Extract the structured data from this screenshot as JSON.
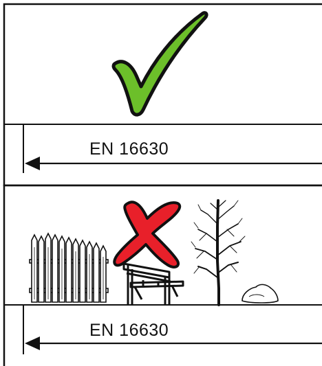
{
  "panels": {
    "top": {
      "verdict": "allowed",
      "standard_label": "EN 16630",
      "check_color": "#6cbf2a"
    },
    "bottom": {
      "verdict": "not-allowed",
      "standard_label": "EN 16630",
      "cross_color": "#e8202a",
      "objects": [
        "fence-icon",
        "bench-icon",
        "tree-icon",
        "rock-icon"
      ]
    }
  }
}
